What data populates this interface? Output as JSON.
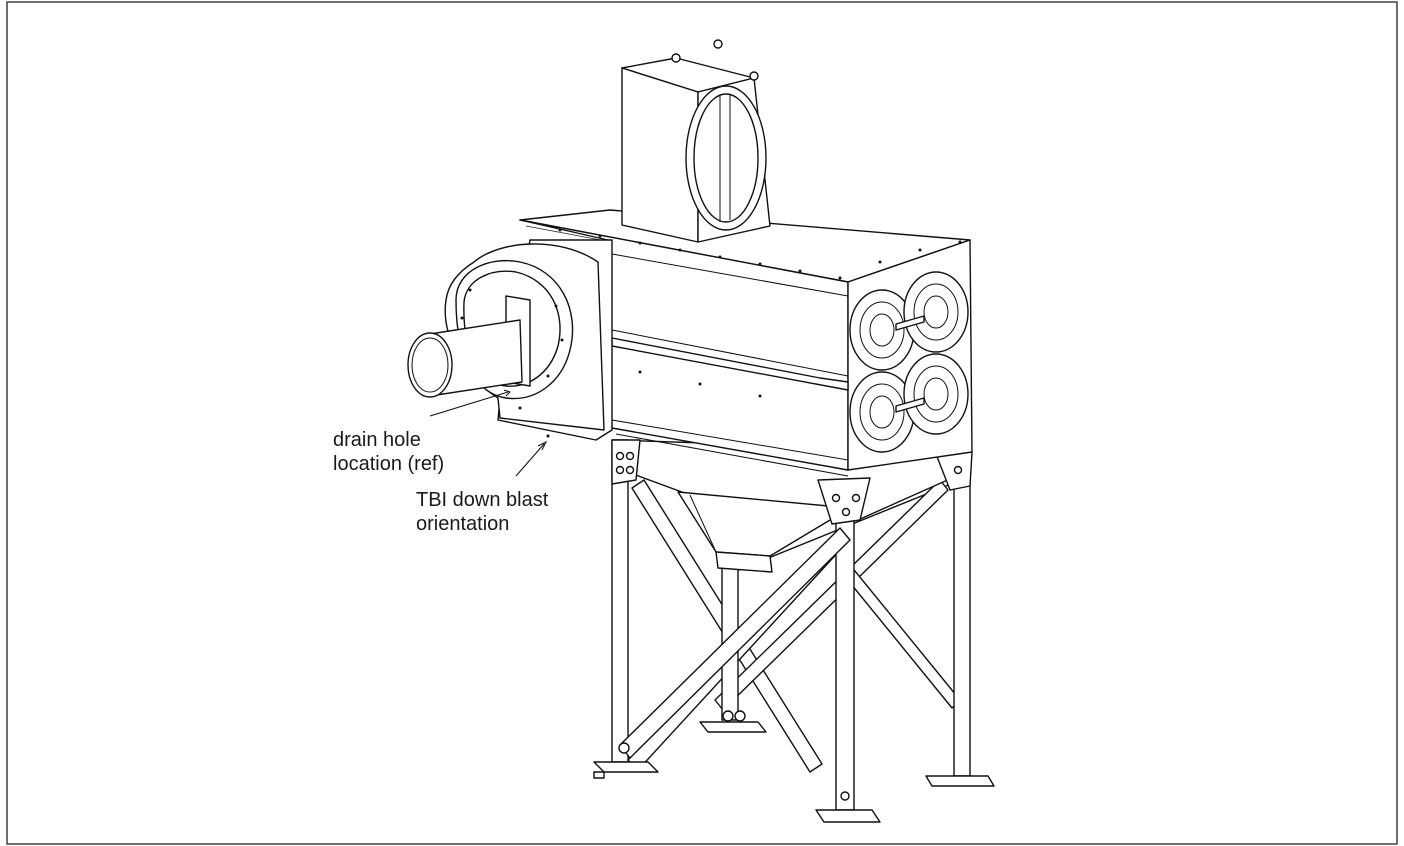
{
  "callouts": [
    {
      "id": "drain",
      "lines": [
        "drain hole",
        "location (ref)"
      ]
    },
    {
      "id": "tbi",
      "lines": [
        "TBI down blast",
        "orientation"
      ]
    }
  ],
  "icons": [
    "dust-collector-drawing"
  ]
}
